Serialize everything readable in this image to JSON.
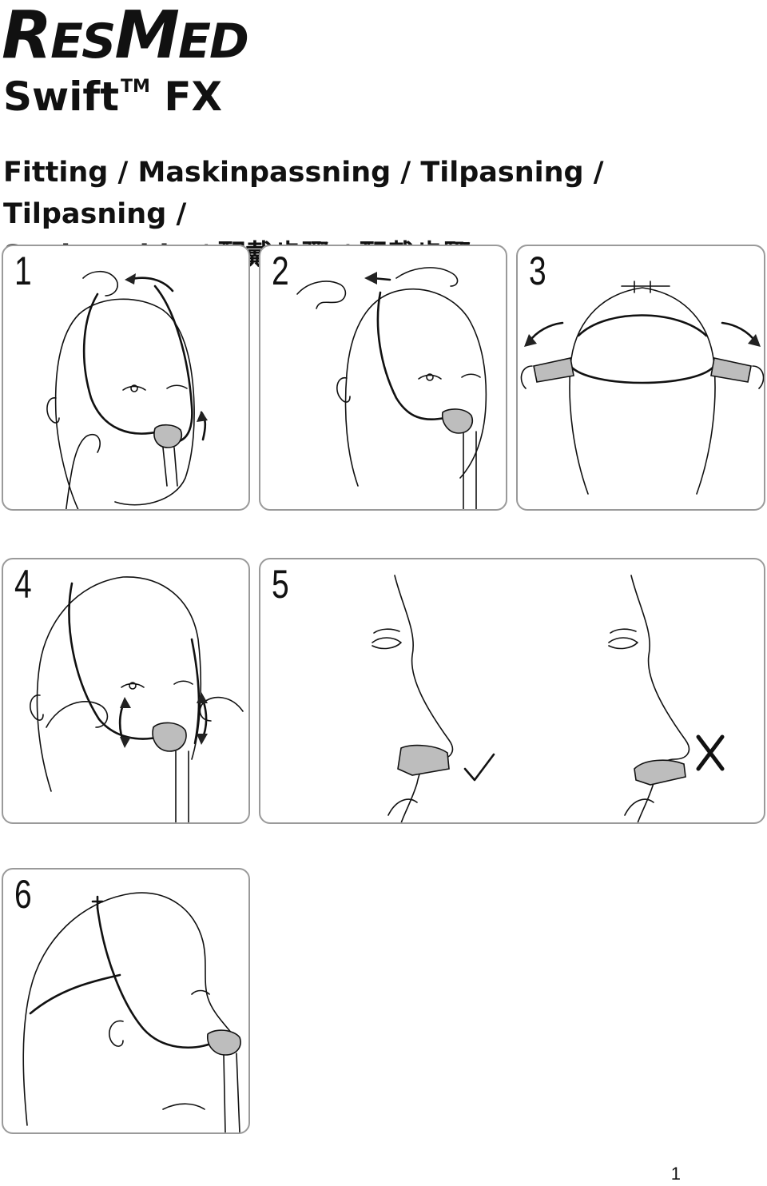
{
  "brand": {
    "r": "R",
    "es": "ES",
    "m": "M",
    "ed": "ED"
  },
  "product": {
    "name": "Swift",
    "tm": "TM",
    "model": "FX"
  },
  "heading": {
    "line1": "Fitting / Maskinpassning / Tilpasning / Tilpasning /",
    "line2": "Sovitusohje / 配戴步骤 / 配戴步驟"
  },
  "steps": [
    {
      "number": "1",
      "icon": "adjust-headgear-icon"
    },
    {
      "number": "2",
      "icon": "pull-back-strap-icon"
    },
    {
      "number": "3",
      "icon": "tighten-side-straps-icon"
    },
    {
      "number": "4",
      "icon": "adjust-side-straps-icon"
    },
    {
      "number": "5",
      "icon": "pillow-fit-check-icon",
      "correct_mark": "✓",
      "incorrect_mark": "X"
    },
    {
      "number": "6",
      "icon": "fitted-mask-profile-icon"
    }
  ],
  "page_number": "1"
}
